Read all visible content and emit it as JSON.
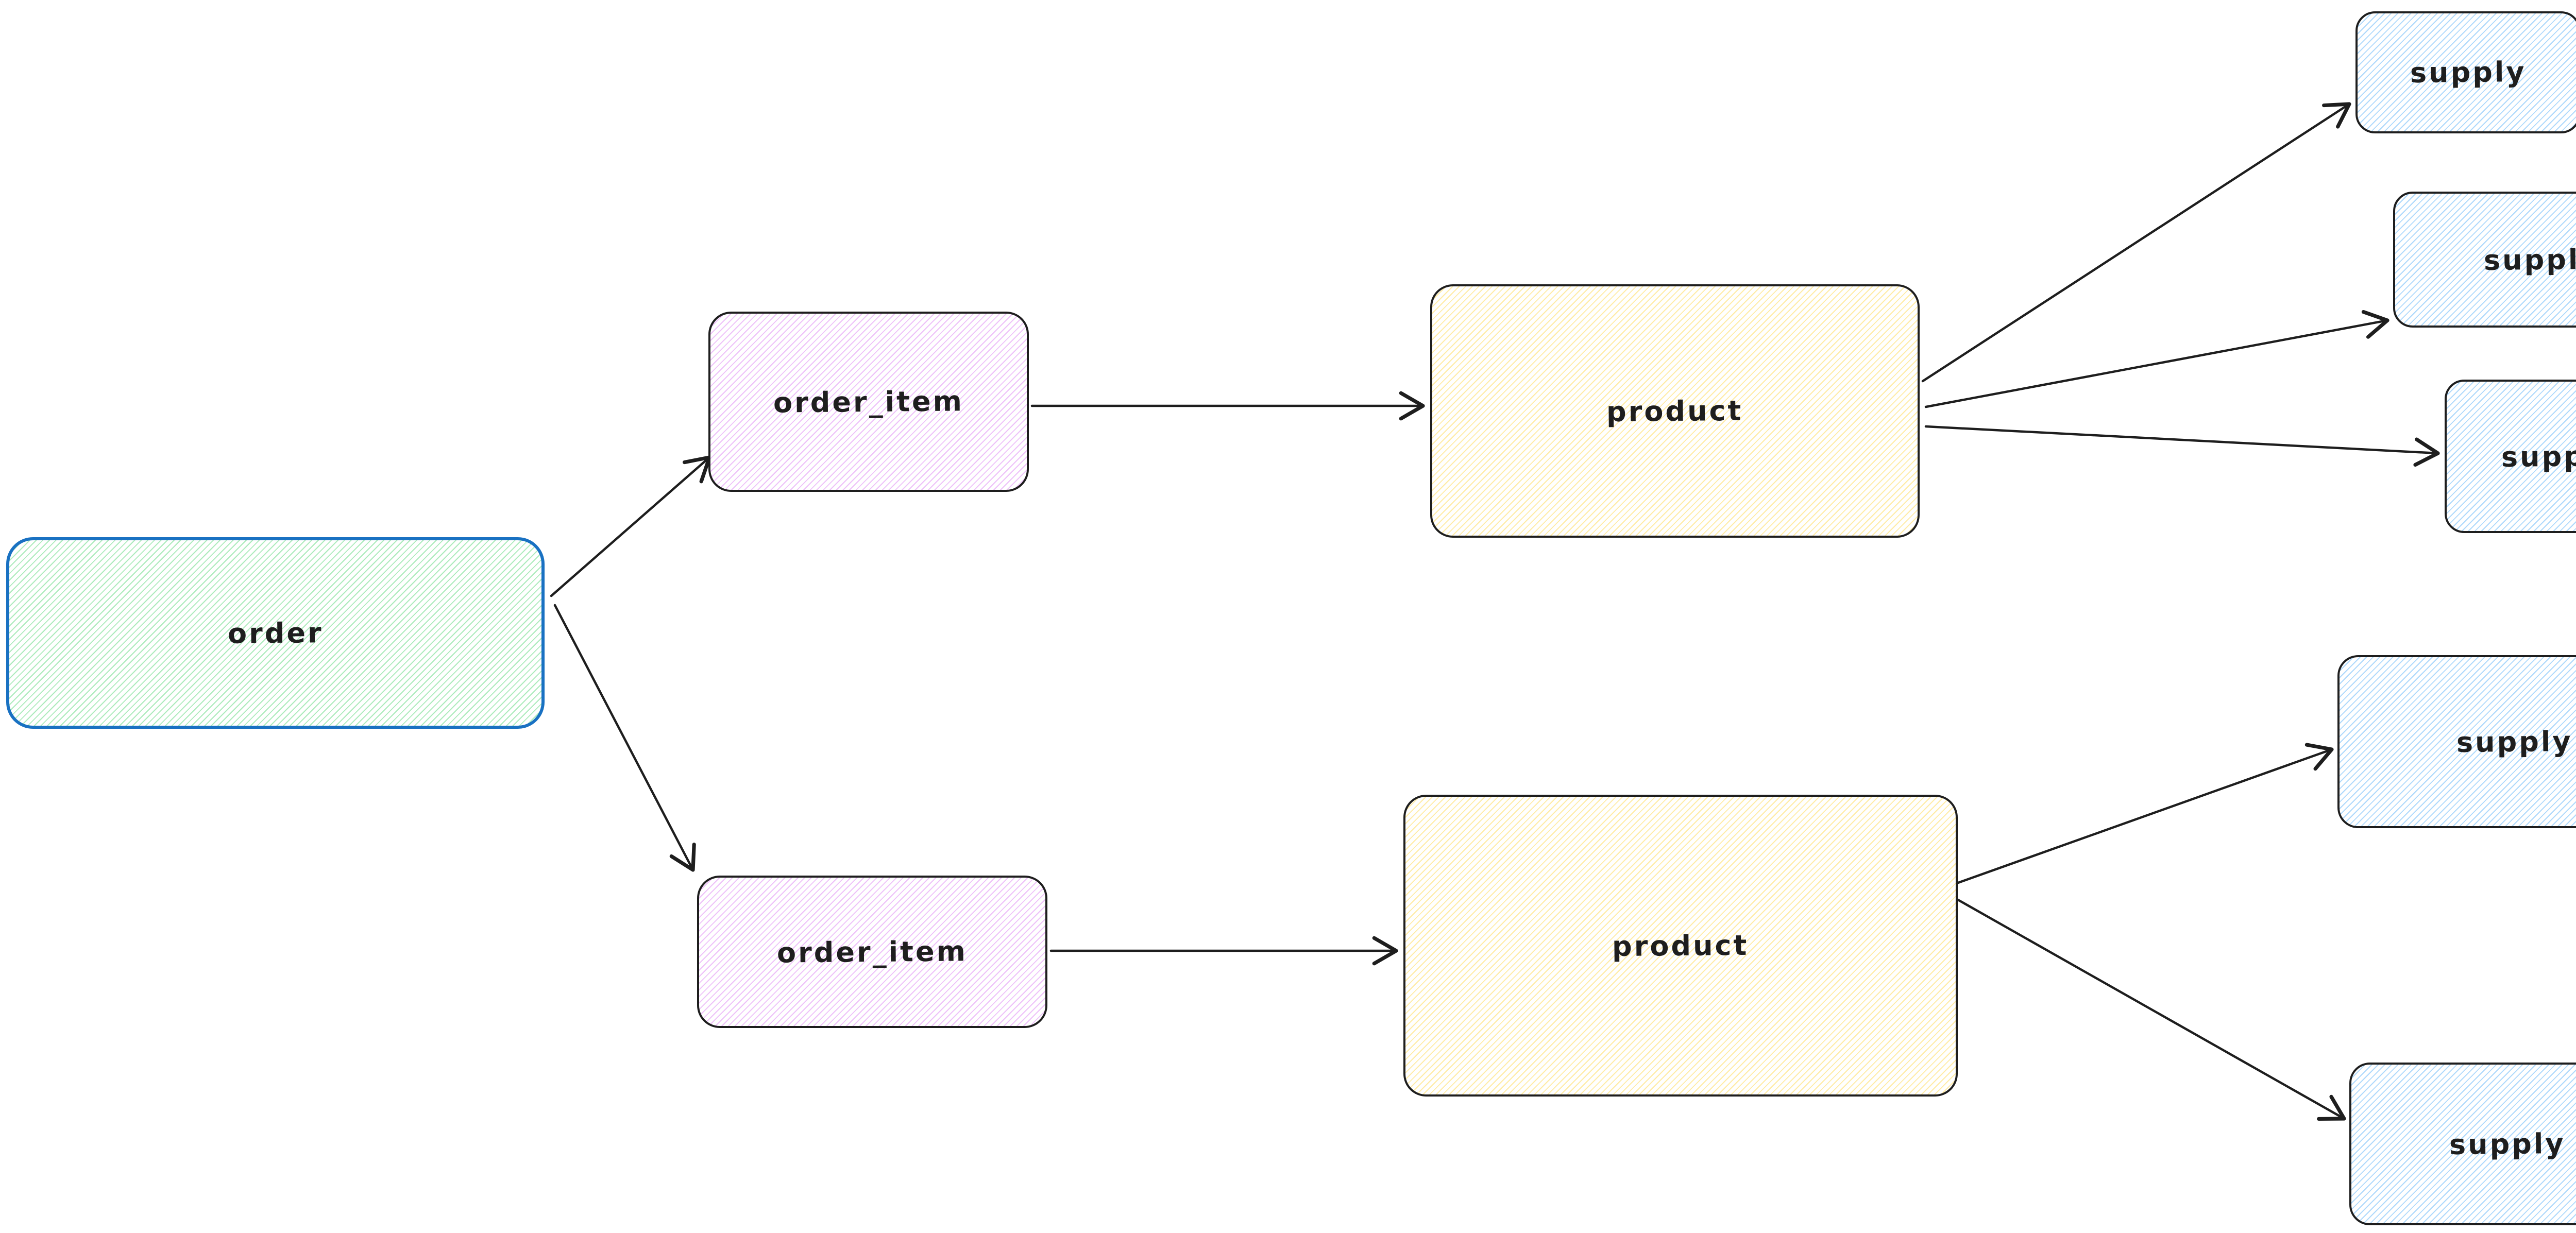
{
  "diagram": {
    "style": "hand-drawn whiteboard flowchart (excalidraw-like)",
    "canvas_background": "#ffffff",
    "nodes": [
      {
        "id": "order",
        "label": "order",
        "fill_color": "#b2f2bb",
        "stroke_color": "#1971c2"
      },
      {
        "id": "order_item_1",
        "label": "order_item",
        "fill_color": "#eebefa",
        "stroke_color": "#1e1e1e"
      },
      {
        "id": "order_item_2",
        "label": "order_item",
        "fill_color": "#eebefa",
        "stroke_color": "#1e1e1e"
      },
      {
        "id": "product_1",
        "label": "product",
        "fill_color": "#ffec99",
        "stroke_color": "#1e1e1e"
      },
      {
        "id": "product_2",
        "label": "product",
        "fill_color": "#ffec99",
        "stroke_color": "#1e1e1e"
      },
      {
        "id": "supply_1",
        "label": "supply",
        "fill_color": "#a5d8ff",
        "stroke_color": "#1e1e1e"
      },
      {
        "id": "supply_2",
        "label": "supply",
        "fill_color": "#a5d8ff",
        "stroke_color": "#1e1e1e"
      },
      {
        "id": "supply_3",
        "label": "supply",
        "fill_color": "#a5d8ff",
        "stroke_color": "#1e1e1e"
      },
      {
        "id": "supply_4",
        "label": "supply",
        "fill_color": "#a5d8ff",
        "stroke_color": "#1e1e1e"
      },
      {
        "id": "supply_5",
        "label": "supply",
        "fill_color": "#a5d8ff",
        "stroke_color": "#1e1e1e"
      }
    ],
    "edges": [
      {
        "from": "order",
        "to": "order_item_1"
      },
      {
        "from": "order",
        "to": "order_item_2"
      },
      {
        "from": "order_item_1",
        "to": "product_1"
      },
      {
        "from": "order_item_2",
        "to": "product_2"
      },
      {
        "from": "product_1",
        "to": "supply_1"
      },
      {
        "from": "product_1",
        "to": "supply_2"
      },
      {
        "from": "product_1",
        "to": "supply_3"
      },
      {
        "from": "product_2",
        "to": "supply_4"
      },
      {
        "from": "product_2",
        "to": "supply_5"
      }
    ],
    "colors": {
      "arrow_stroke": "#1e1e1e",
      "label_text": "#1e1e1e",
      "order_border": "#1971c2",
      "default_border": "#1e1e1e"
    }
  }
}
